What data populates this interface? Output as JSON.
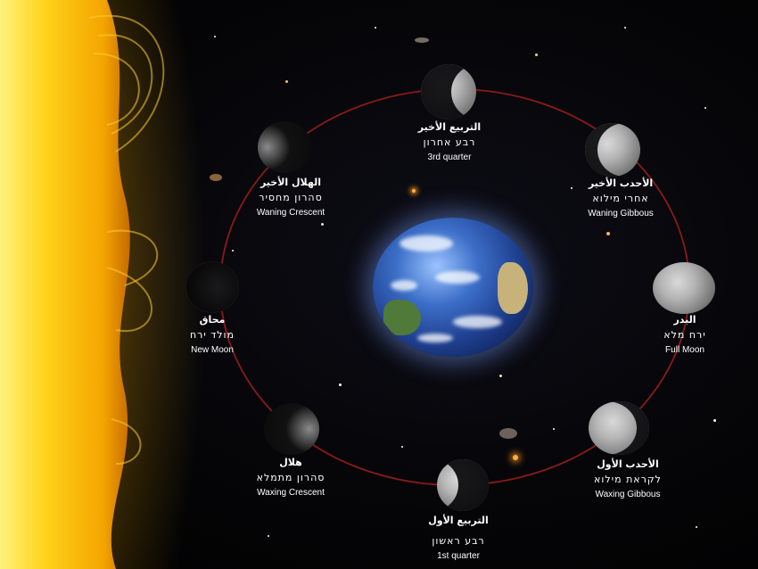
{
  "phases": [
    {
      "id": "third-quarter",
      "ar": "التربيع الأخير",
      "he": "רבע אחרון",
      "en": "3rd quarter"
    },
    {
      "id": "waning-gibbous",
      "ar": "الأحدب الأخير",
      "he": "אחרי מילוא",
      "en": "Waning Gibbous"
    },
    {
      "id": "full-moon",
      "ar": "البدر",
      "he": "ירח מלא",
      "en": "Full Moon"
    },
    {
      "id": "waxing-gibbous",
      "ar": "الأحدب الأول",
      "he": "לקראת מילוא",
      "en": "Waxing Gibbous"
    },
    {
      "id": "first-quarter",
      "ar": "التربيع الأول",
      "he": "רבע ראשון",
      "en": "1st quarter"
    },
    {
      "id": "waxing-crescent",
      "ar": "هلال",
      "he": "סהרון מתמלא",
      "en": "Waxing Crescent"
    },
    {
      "id": "new-moon",
      "ar": "محاق",
      "he": "מולד ירח",
      "en": "New Moon"
    },
    {
      "id": "waning-crescent",
      "ar": "الهلال الأخير",
      "he": "סהרון מחסיר",
      "en": "Waning Crescent"
    }
  ],
  "colors": {
    "orbit": "#8a1a1a",
    "sun_core": "#ffd21a",
    "sun_glow": "#ffb300",
    "label_text": "#ffffff"
  }
}
